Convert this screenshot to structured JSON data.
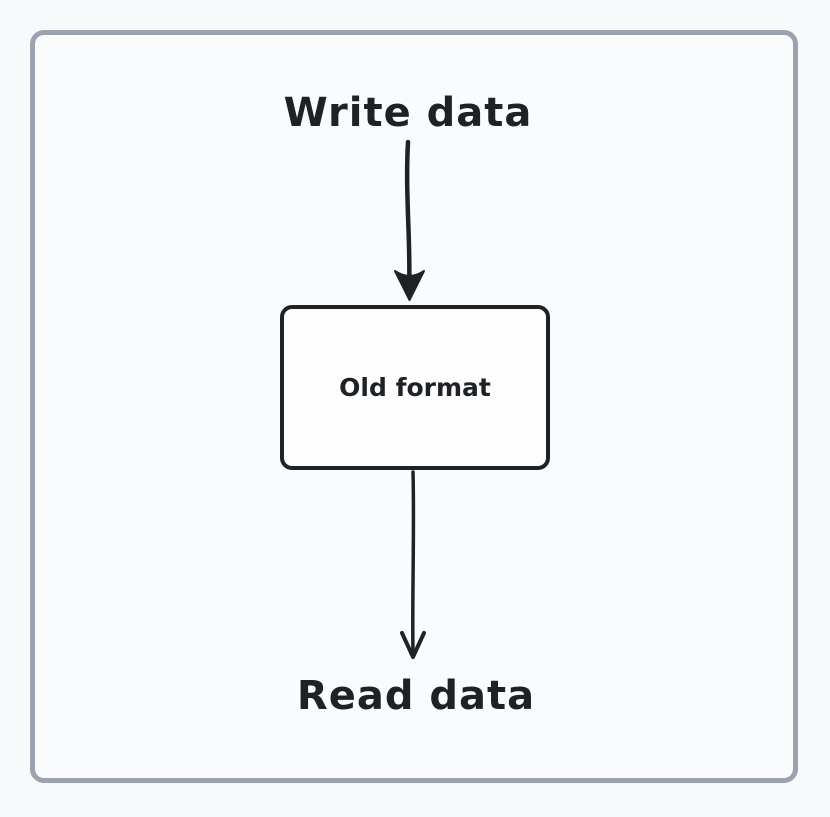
{
  "diagram": {
    "top_label": "Write data",
    "box_label": "Old format",
    "bottom_label": "Read data",
    "flow": [
      "Write data",
      "Old format",
      "Read data"
    ]
  },
  "colors": {
    "background": "#f8f9fb",
    "frame_background": "#fafbfd",
    "frame_border": "#9aa3ae",
    "ink": "#1e2227"
  }
}
